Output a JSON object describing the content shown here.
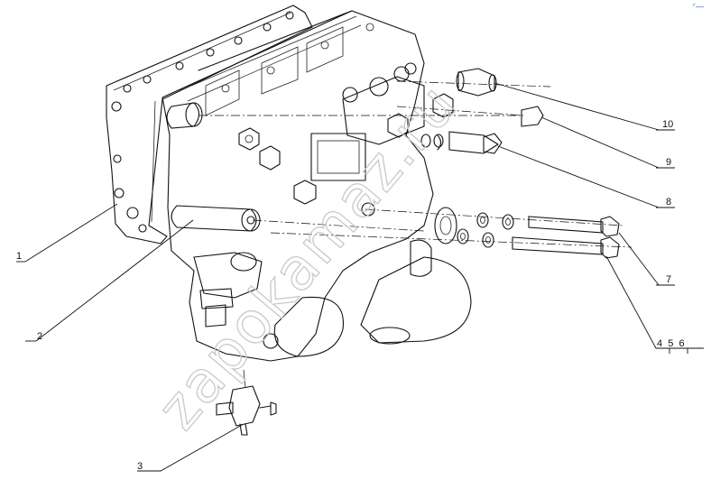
{
  "diagram": {
    "callouts": [
      {
        "id": "c1",
        "label": "1"
      },
      {
        "id": "c2",
        "label": "2"
      },
      {
        "id": "c3",
        "label": "3"
      },
      {
        "id": "c456",
        "label": "4  5  6"
      },
      {
        "id": "c7",
        "label": "7"
      },
      {
        "id": "c8",
        "label": "8"
      },
      {
        "id": "c9",
        "label": "9"
      },
      {
        "id": "c10",
        "label": "10"
      }
    ],
    "watermark": "zapokamaz.ru",
    "corner_mark": "ᐟ—"
  }
}
